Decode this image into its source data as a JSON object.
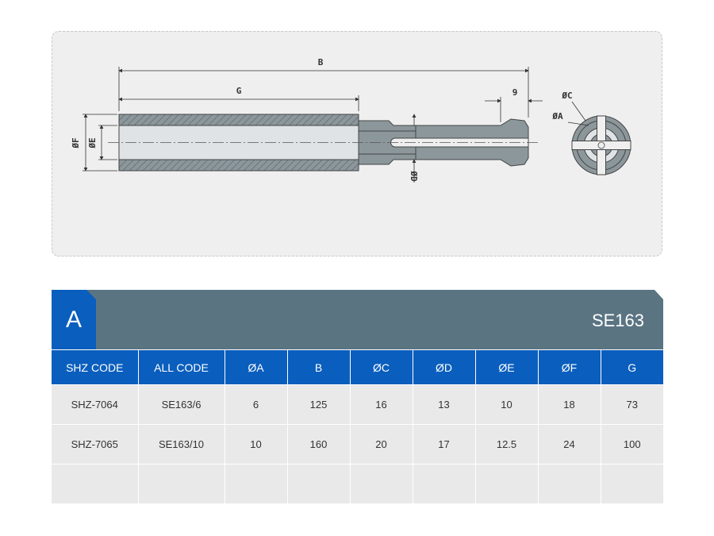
{
  "drawing": {
    "dimension_labels": {
      "B": "B",
      "G": "G",
      "nine": "9",
      "C": "ØC",
      "A": "ØA",
      "F": "ØF",
      "E": "ØE",
      "D": "ØD"
    }
  },
  "banner": {
    "letter": "A",
    "model": "SE163"
  },
  "table": {
    "headers": [
      "SHZ CODE",
      "ALL CODE",
      "ØA",
      "B",
      "ØC",
      "ØD",
      "ØE",
      "ØF",
      "G"
    ],
    "rows": [
      [
        "SHZ-7064",
        "SE163/6",
        "6",
        "125",
        "16",
        "13",
        "10",
        "18",
        "73"
      ],
      [
        "SHZ-7065",
        "SE163/10",
        "10",
        "160",
        "20",
        "17",
        "12.5",
        "24",
        "100"
      ],
      [
        "",
        "",
        "",
        "",
        "",
        "",
        "",
        "",
        ""
      ]
    ]
  },
  "colors": {
    "header_blue": "#0a5ebd",
    "banner_slate": "#5a7482",
    "cell_gray": "#e9e9ea",
    "part_fill": "#8c979c"
  }
}
